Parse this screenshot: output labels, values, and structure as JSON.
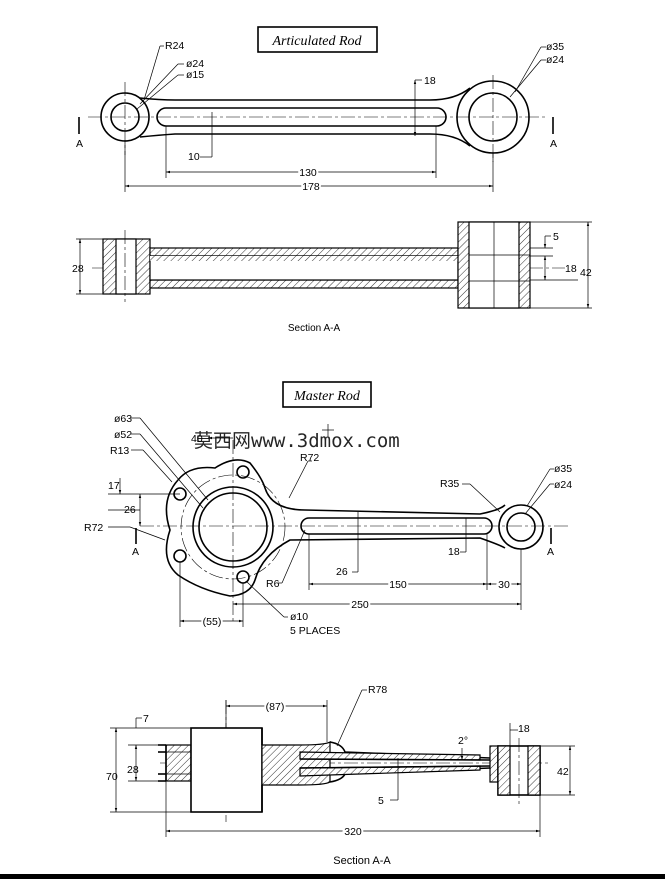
{
  "articulated": {
    "title": "Articulated Rod",
    "r24": "R24",
    "d24_left": "ø24",
    "d15": "ø15",
    "d35": "ø35",
    "d24_right": "ø24",
    "d18": "18",
    "d10": "10",
    "d130": "130",
    "d178": "178",
    "sec_a_left": "A",
    "sec_a_right": "A",
    "side_28": "28",
    "side_5": "5",
    "side_18": "18",
    "side_42": "42",
    "section_label": "Section A-A"
  },
  "master": {
    "title": "Master Rod",
    "d63": "ø63",
    "d52": "ø52",
    "r13": "R13",
    "d40": "40",
    "r72_top": "R72",
    "d17": "17",
    "d26": "26",
    "r72_left": "R72",
    "a_left": "A",
    "a_right": "A",
    "r35": "R35",
    "d35": "ø35",
    "d24": "ø24",
    "d18": "18",
    "r6": "R6",
    "d26b": "26",
    "d150": "150",
    "d30": "30",
    "d250": "250",
    "d55": "(55)",
    "d10": "ø10",
    "places": "5 PLACES",
    "watermark": "莫西网www.3dmox.com"
  },
  "master_section": {
    "d87": "(87)",
    "r78": "R78",
    "d7": "7",
    "d28": "28",
    "d70": "70",
    "deg2": "2°",
    "d18": "18",
    "d42": "42",
    "d5": "5",
    "d320": "320",
    "section_label": "Section A-A"
  }
}
